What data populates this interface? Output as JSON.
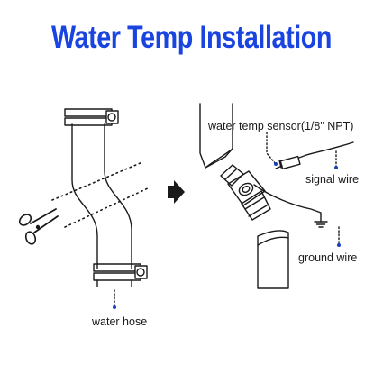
{
  "title": "Water Temp Installation",
  "labels": {
    "sensor": "water temp sensor(1/8\" NPT)",
    "signal_wire": "signal wire",
    "ground_wire": "ground wire",
    "water_hose": "water hose"
  },
  "colors": {
    "title": "#1a44e0",
    "line": "#1a1a1a",
    "callout_dot": "#1a3fbf"
  },
  "icons": [
    "scissors-icon",
    "arrow-right-icon",
    "ground-symbol-icon"
  ]
}
